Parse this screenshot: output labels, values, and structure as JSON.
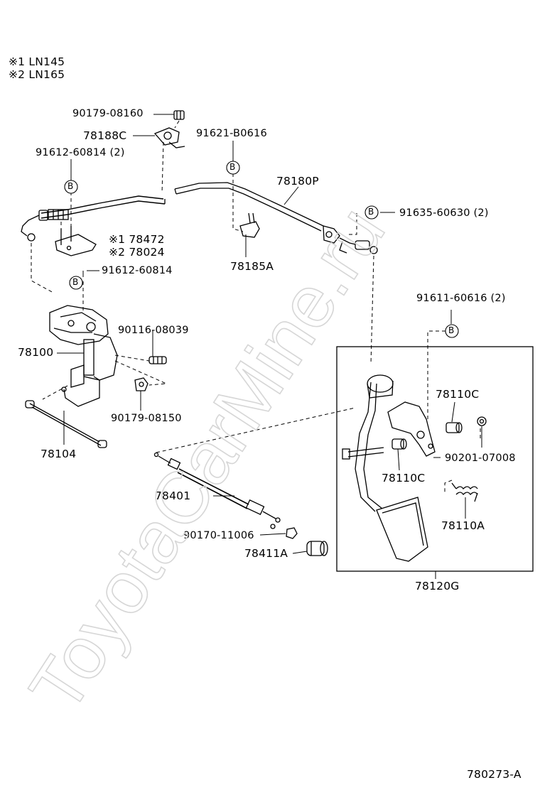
{
  "notes": [
    {
      "marker": "※1",
      "model": "LN145"
    },
    {
      "marker": "※2",
      "model": "LN165"
    }
  ],
  "callout_letter": "B",
  "parts": {
    "p90179_08160": "90179-08160",
    "p78188C": "78188C",
    "p91621_B0616": "91621-B0616",
    "p91612_60814_2": "91612-60814 (2)",
    "p78180P": "78180P",
    "p91635_60630_2": "91635-60630 (2)",
    "p78472": "※1 78472",
    "p78024": "※2 78024",
    "p78185A": "78185A",
    "p91612_60814": "91612-60814",
    "p91611_60616_2": "91611-60616 (2)",
    "p90116_08039": "90116-08039",
    "p78100": "78100",
    "p90179_08150": "90179-08150",
    "p78110C_top": "78110C",
    "p90201_07008": "90201-07008",
    "p78110C_bottom": "78110C",
    "p78104": "78104",
    "p78401": "78401",
    "p78110A": "78110A",
    "p90170_11006": "90170-11006",
    "p78411A": "78411A",
    "p78120G": "78120G"
  },
  "diagram_code": "780273-A",
  "watermark": "ToyotaCarMine.ru"
}
